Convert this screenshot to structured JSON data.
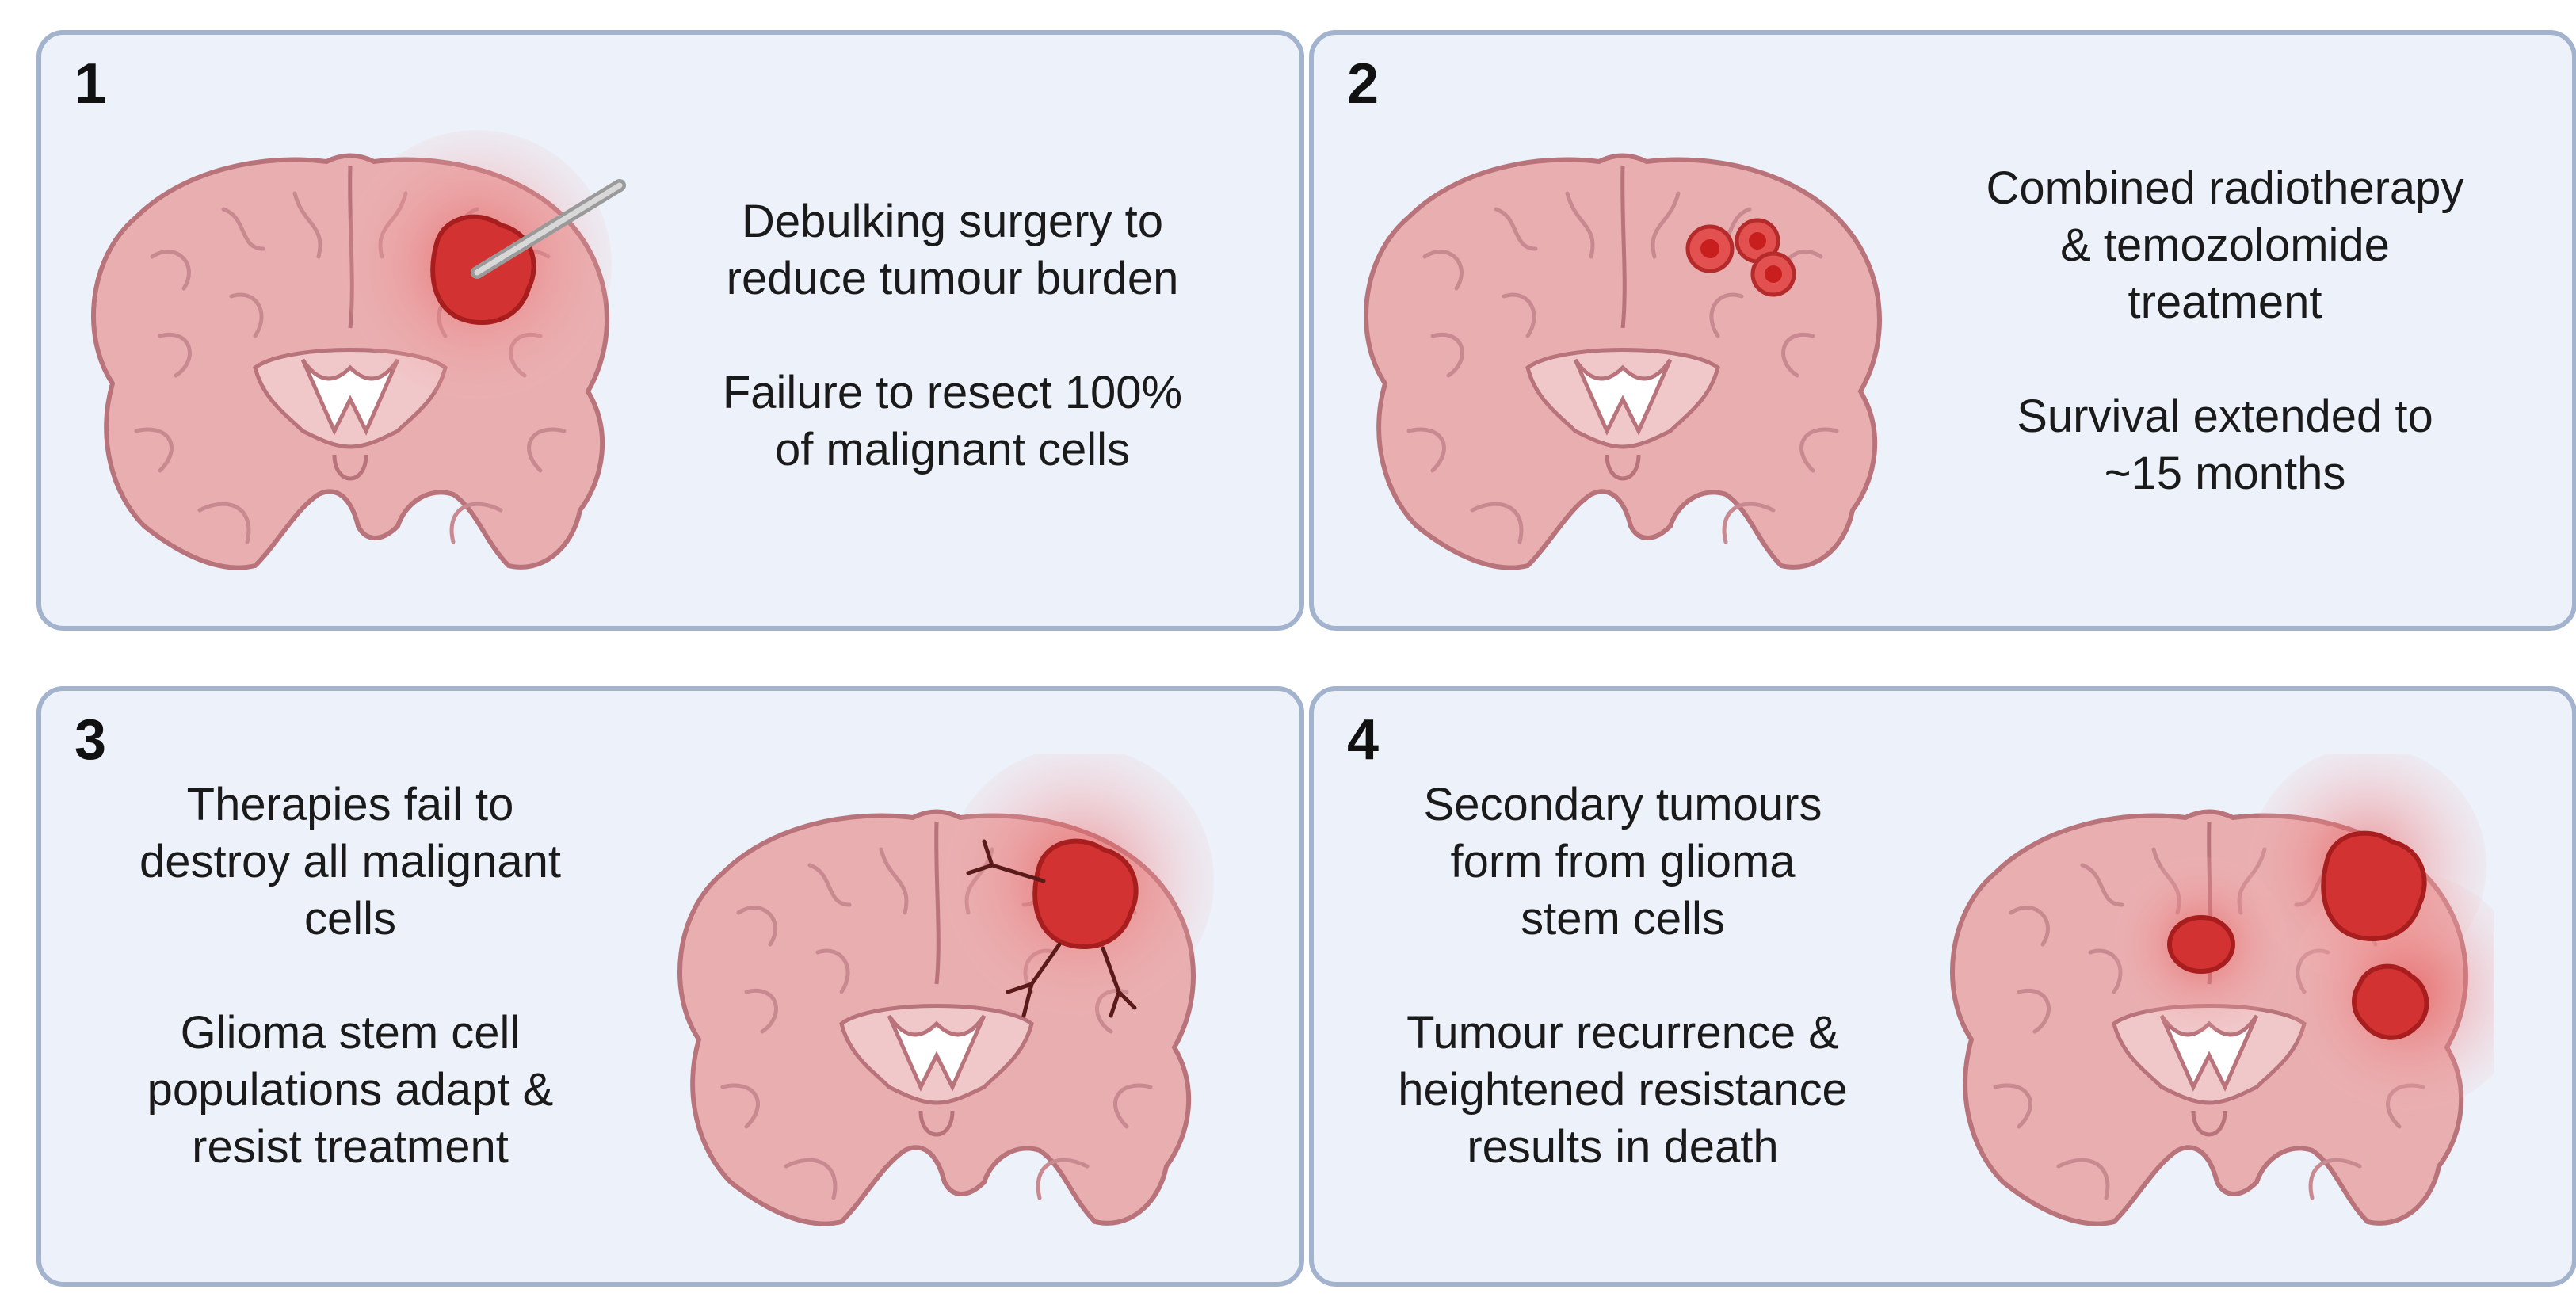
{
  "panels": [
    {
      "number": "1",
      "lines": [
        "Debulking surgery to",
        "reduce tumour burden",
        "Failure to resect 100%",
        "of malignant cells"
      ]
    },
    {
      "number": "2",
      "lines": [
        "Combined radiotherapy",
        "& temozolomide",
        "treatment",
        "Survival extended to",
        "~15 months"
      ]
    },
    {
      "number": "3",
      "lines": [
        "Therapies fail to",
        "destroy all malignant",
        "cells",
        "Glioma stem cell",
        "populations adapt &",
        "resist treatment"
      ]
    },
    {
      "number": "4",
      "lines": [
        "Secondary tumours",
        "form from glioma",
        "stem cells",
        "Tumour recurrence &",
        "heightened resistance",
        "results in death"
      ]
    }
  ],
  "colors": {
    "panel_bg": "#ecf1fa",
    "panel_border": "#a3b2cd",
    "brain_fill": "#e8aeb0",
    "brain_stroke": "#b9747b",
    "tumour": "#d23232",
    "glow": "#f08a8a"
  }
}
